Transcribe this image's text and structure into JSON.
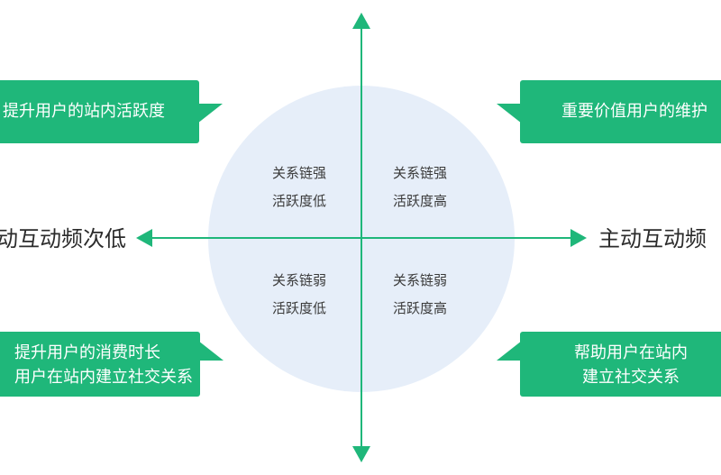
{
  "colors": {
    "accent": "#1fb77a",
    "circle": "#e6eef9",
    "text": "#3a3a3a"
  },
  "quadrants": {
    "top_left": {
      "line1": "关系链强",
      "line2": "活跃度低"
    },
    "top_right": {
      "line1": "关系链强",
      "line2": "活跃度高"
    },
    "bottom_left": {
      "line1": "关系链弱",
      "line2": "活跃度低"
    },
    "bottom_right": {
      "line1": "关系链弱",
      "line2": "活跃度高"
    }
  },
  "axis": {
    "left_label": "动互动频次低",
    "right_label": "主动互动频"
  },
  "callouts": {
    "top_left": {
      "line1": "提升用户的站内活跃度"
    },
    "top_right": {
      "line1": "重要价值用户的维护"
    },
    "bottom_left": {
      "line1": "提升用户的消费时长",
      "line2": "用户在站内建立社交关系"
    },
    "bottom_right": {
      "line1": "帮助用户在站内",
      "line2": "建立社交关系"
    }
  }
}
